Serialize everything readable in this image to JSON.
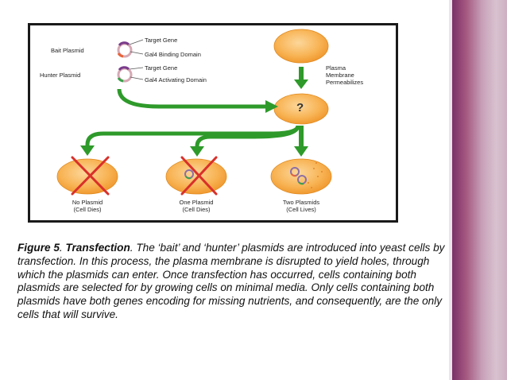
{
  "figure": {
    "bait_plasmid": "Bait Plasmid",
    "hunter_plasmid": "Hunter Plasmid",
    "bait_target_gene": "Target Gene",
    "bait_domain": "Gal4 Binding Domain",
    "hunter_target_gene": "Target Gene",
    "hunter_domain": "Gal4 Activating Domain",
    "membrane_line1": "Plasma",
    "membrane_line2": "Membrane",
    "membrane_line3": "Permeabilizes",
    "question_mark": "?",
    "outcome1_line1": "No Plasmid",
    "outcome1_line2": "(Cell Dies)",
    "outcome2_line1": "One Plasmid",
    "outcome2_line2": "(Cell Dies)",
    "outcome3_line1": "Two Plasmids",
    "outcome3_line2": "(Cell Lives)"
  },
  "caption": {
    "label": "Figure 5",
    "sep": ". ",
    "title": "Transfection",
    "body": ". The ‘bait’ and ‘hunter’ plasmids are introduced into yeast cells by transfection. In this process, the plasma membrane is disrupted to yield holes, through which the plasmids can enter. Once transfection has occurred, cells containing both plasmids are selected for by growing cells on minimal media. Only cells containing both plasmids have both genes encoding for missing nutrients, and consequently, are the only cells that will survive."
  },
  "colors": {
    "arrow_green": "#2e9a2a",
    "cell_orange": "#f6a33a",
    "cross_red": "#d9302a",
    "sidebar_purple": "#7a2f68"
  }
}
